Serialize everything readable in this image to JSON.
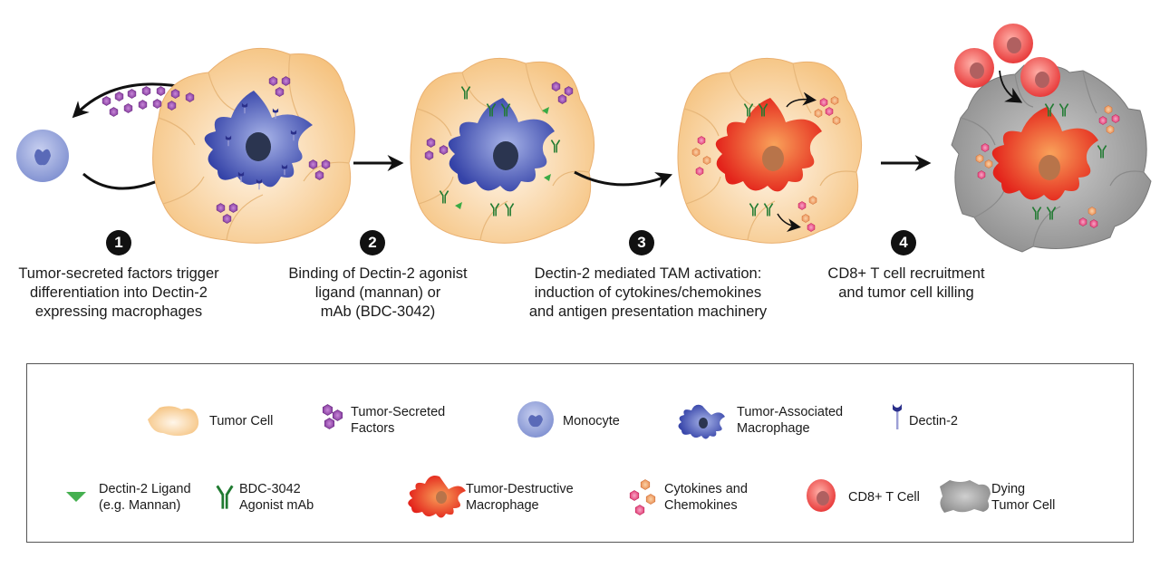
{
  "steps": [
    {
      "number": "1",
      "text_lines": [
        "Tumor-secreted factors trigger",
        "differentiation into Dectin-2",
        "expressing macrophages"
      ]
    },
    {
      "number": "2",
      "text_lines": [
        "Binding of Dectin-2 agonist",
        "ligand (mannan) or",
        "mAb (BDC-3042)"
      ]
    },
    {
      "number": "3",
      "text_lines": [
        "Dectin-2 mediated TAM activation:",
        "induction of cytokines/chemokines",
        "and antigen presentation machinery"
      ]
    },
    {
      "number": "4",
      "text_lines": [
        "CD8+ T cell recruitment",
        "and tumor cell killing"
      ]
    }
  ],
  "legend": {
    "items": [
      {
        "icon": "tumor-cell-icon",
        "lines": [
          "Tumor Cell"
        ]
      },
      {
        "icon": "tumor-secreted-factors-icon",
        "lines": [
          "Tumor-Secreted",
          "Factors"
        ]
      },
      {
        "icon": "monocyte-icon",
        "lines": [
          "Monocyte"
        ]
      },
      {
        "icon": "tumor-associated-macrophage-icon",
        "lines": [
          "Tumor-Associated",
          "Macrophage"
        ]
      },
      {
        "icon": "dectin-2-icon",
        "lines": [
          "Dectin-2"
        ]
      },
      {
        "icon": "dectin-2-ligand-icon",
        "lines": [
          "Dectin-2 Ligand",
          "(e.g. Mannan)"
        ]
      },
      {
        "icon": "agonist-mab-icon",
        "lines": [
          "BDC-3042",
          "Agonist mAb"
        ]
      },
      {
        "icon": "tumor-destructive-macrophage-icon",
        "lines": [
          "Tumor-Destructive",
          "Macrophage"
        ]
      },
      {
        "icon": "cytokines-chemokines-icon",
        "lines": [
          "Cytokines and",
          "Chemokines"
        ]
      },
      {
        "icon": "cd8-t-cell-icon",
        "lines": [
          "CD8+ T Cell"
        ]
      },
      {
        "icon": "dying-tumor-cell-icon",
        "lines": [
          "Dying",
          "Tumor Cell"
        ]
      }
    ]
  },
  "colors": {
    "tumor_cell": "#f7c88a",
    "tumor_cell_light": "#fdeedb",
    "secreted_factor": "#8e44a8",
    "monocyte": "#8d9fd8",
    "tam_macrophage": "#3d4fae",
    "tam_nucleus": "#2b3550",
    "destructive_macrophage": "#e8301e",
    "destructive_nucleus": "#b8744a",
    "dectin2": "#2a2f8a",
    "dectin2_stalk": "#9c9fd6",
    "ligand": "#3aaa45",
    "antibody": "#1f7a30",
    "cytokine_orange": "#f0a060",
    "cytokine_pink": "#e83c80",
    "t_cell": "#ee5050",
    "t_cell_nucleus": "#b06060",
    "dying_cell": "#9a9a9a",
    "arrow": "#111111"
  }
}
